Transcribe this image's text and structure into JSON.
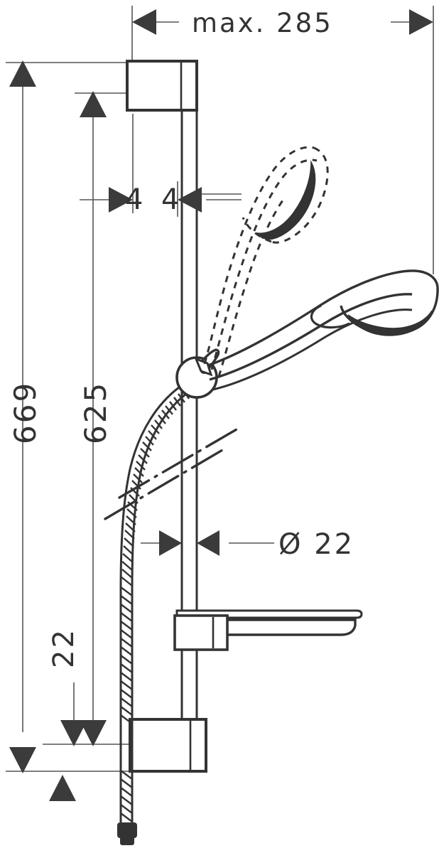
{
  "drawing": {
    "type": "technical-dimension-drawing",
    "subject": "shower-rail-set-with-hand-shower-soap-dish-and-hose",
    "units": "mm",
    "line_color": "#333333",
    "thin_line_color": "#555555",
    "background": "#ffffff"
  },
  "dimensions": {
    "width_max": {
      "label": "max. 285",
      "value": 285,
      "prefix": "max.",
      "orientation": "horizontal",
      "position": "top"
    },
    "overall_height": {
      "label": "669",
      "value": 669,
      "orientation": "vertical",
      "position": "left-outer"
    },
    "rail_height": {
      "label": "625",
      "value": 625,
      "orientation": "vertical",
      "position": "left-inner"
    },
    "top_offset": {
      "label": "44",
      "value": 44,
      "orientation": "horizontal",
      "position": "upper-middle"
    },
    "bottom_offset": {
      "label": "22",
      "value": 22,
      "orientation": "vertical",
      "position": "lower-left"
    },
    "rail_diameter": {
      "label": "Ø 22",
      "value": 22,
      "symbol": "Ø",
      "orientation": "horizontal",
      "position": "middle-right"
    }
  },
  "components": [
    {
      "name": "upper-wall-bracket",
      "visible": true
    },
    {
      "name": "slide-rail",
      "visible": true
    },
    {
      "name": "hand-shower-lower-position",
      "visible": true,
      "style": "solid"
    },
    {
      "name": "hand-shower-upper-position",
      "visible": true,
      "style": "dashed"
    },
    {
      "name": "shower-holder-slider",
      "visible": true
    },
    {
      "name": "shower-hose",
      "visible": true,
      "style": "coiled"
    },
    {
      "name": "soap-dish",
      "visible": true
    },
    {
      "name": "lower-wall-bracket",
      "visible": true
    },
    {
      "name": "hose-connector-nut",
      "visible": true
    },
    {
      "name": "break-line-upper",
      "visible": true,
      "style": "dash-dot"
    },
    {
      "name": "break-line-lower",
      "visible": true,
      "style": "dash-dot"
    }
  ]
}
